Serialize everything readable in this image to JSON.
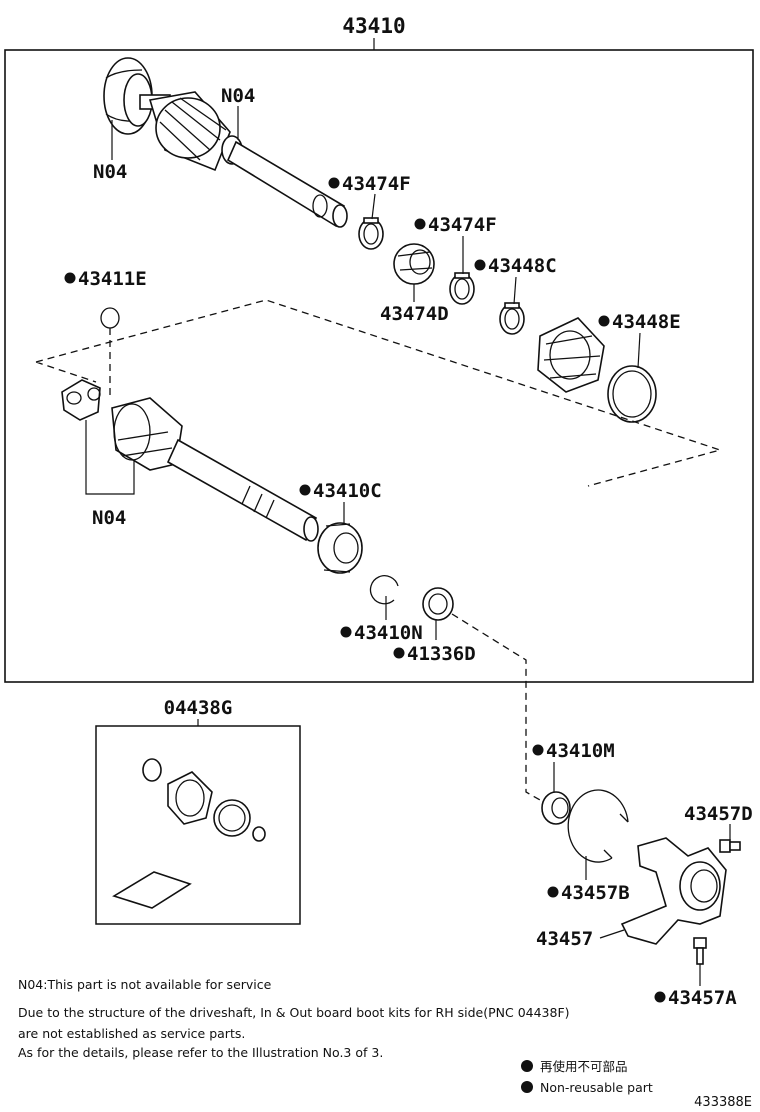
{
  "assembly_label": "43410",
  "kit_label": "04438G",
  "labels": {
    "n04_a": "N04",
    "n04_b": "N04",
    "n04_c": "N04",
    "p43474f_a": "43474F",
    "p43474f_b": "43474F",
    "p43474d": "43474D",
    "p43448c": "43448C",
    "p43448e": "43448E",
    "p43411e": "43411E",
    "p43410c": "43410C",
    "p43410n": "43410N",
    "p41336d": "41336D",
    "p43410m": "43410M",
    "p43457d": "43457D",
    "p43457b": "43457B",
    "p43457": "43457",
    "p43457a": "43457A"
  },
  "notes": {
    "line1": "N04:This part is not available for service",
    "line2": "Due to the structure of the driveshaft, In & Out board boot kits for RH side(PNC 04438F)",
    "line3": "are not established as service parts.",
    "line4": "As for the details, please refer to the Illustration No.3 of 3."
  },
  "legend": {
    "jp": "再使用不可部品",
    "en": "Non-reusable part"
  },
  "illustration_id": "433388E"
}
